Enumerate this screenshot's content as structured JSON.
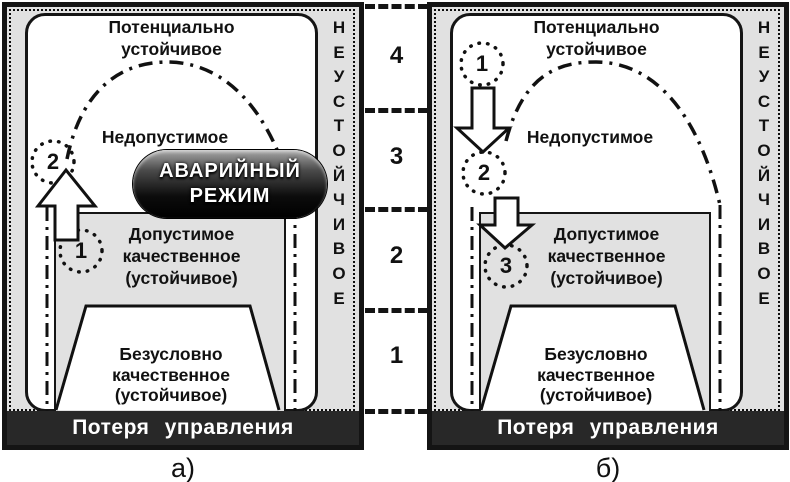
{
  "colors": {
    "region_gray": "#e1e1e1",
    "frame_black": "#141414",
    "bar_dark": "#282828",
    "badge_black": "#000000",
    "text_black": "#111111",
    "white": "#ffffff"
  },
  "scale": {
    "labels": [
      "4",
      "3",
      "2",
      "1"
    ]
  },
  "panel_a": {
    "caption": "а)",
    "title": "Потенциально\nустойчивое",
    "inadmissible_label": "Недопустимое",
    "admissible_label": "Допустимое\nкачественное\n(устойчивое)",
    "unconditional_label": "Безусловно\nкачественное\n(устойчивое)",
    "loss_of_control_label": "Потеря управления",
    "unstable_vertical": "Н\nЕ\nУ\nС\nТ\nО\nЙ\nЧ\nИ\nВ\nО\nЕ",
    "badge_line1": "АВАРИЙНЫЙ",
    "badge_line2": "РЕЖИМ",
    "marker_upper": "2",
    "marker_lower": "1"
  },
  "panel_b": {
    "caption": "б)",
    "title": "Потенциально\nустойчивое",
    "inadmissible_label": "Недопустимое",
    "admissible_label": "Допустимое\nкачественное\n(устойчивое)",
    "unconditional_label": "Безусловно\nкачественное\n(устойчивое)",
    "loss_of_control_label": "Потеря управления",
    "unstable_vertical": "Н\nЕ\nУ\nС\nТ\nО\nЙ\nЧ\nИ\nВ\nО\nЕ",
    "marker_1": "1",
    "marker_2": "2",
    "marker_3": "3"
  }
}
